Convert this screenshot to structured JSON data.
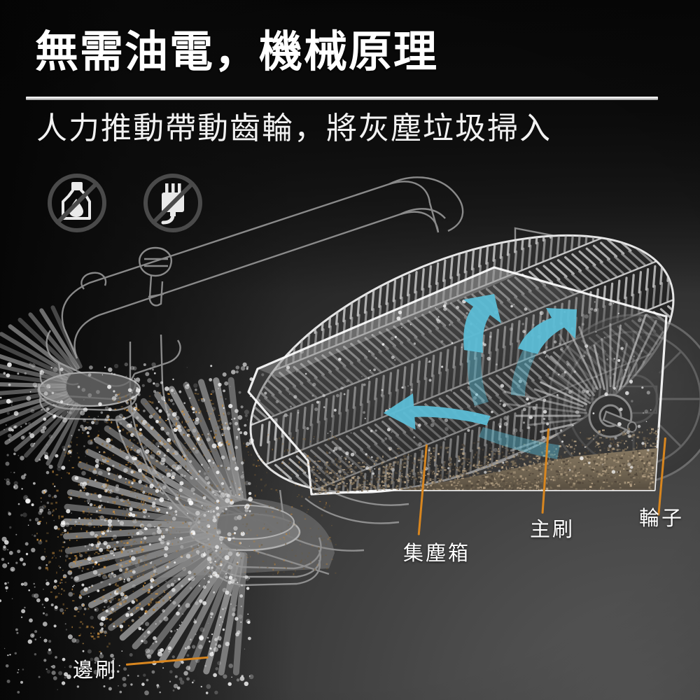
{
  "header": {
    "title": "無需油電，機械原理",
    "subtitle": "人力推動帶動齒輪，將灰塵垃圾掃入"
  },
  "icons": [
    {
      "name": "no-oil-icon",
      "meaning": "no-fuel-or-oil"
    },
    {
      "name": "no-plug-icon",
      "meaning": "no-electricity"
    }
  ],
  "callouts": [
    {
      "id": "side-brush",
      "label": "邊刷"
    },
    {
      "id": "dust-box",
      "label": "集塵箱"
    },
    {
      "id": "main-brush",
      "label": "主刷"
    },
    {
      "id": "wheel",
      "label": "輪子"
    }
  ],
  "colors": {
    "background_dark": "#0a0a0a",
    "background_light": "#4f4f4f",
    "leader_orange": "#d8861f",
    "arrow_cyan": "#5cbdd6",
    "text_white": "#ffffff",
    "icon_gray": "#4a4a4a"
  },
  "arrows": {
    "count": 3,
    "color": "#5cbdd6",
    "meaning": "debris-flow-direction"
  }
}
